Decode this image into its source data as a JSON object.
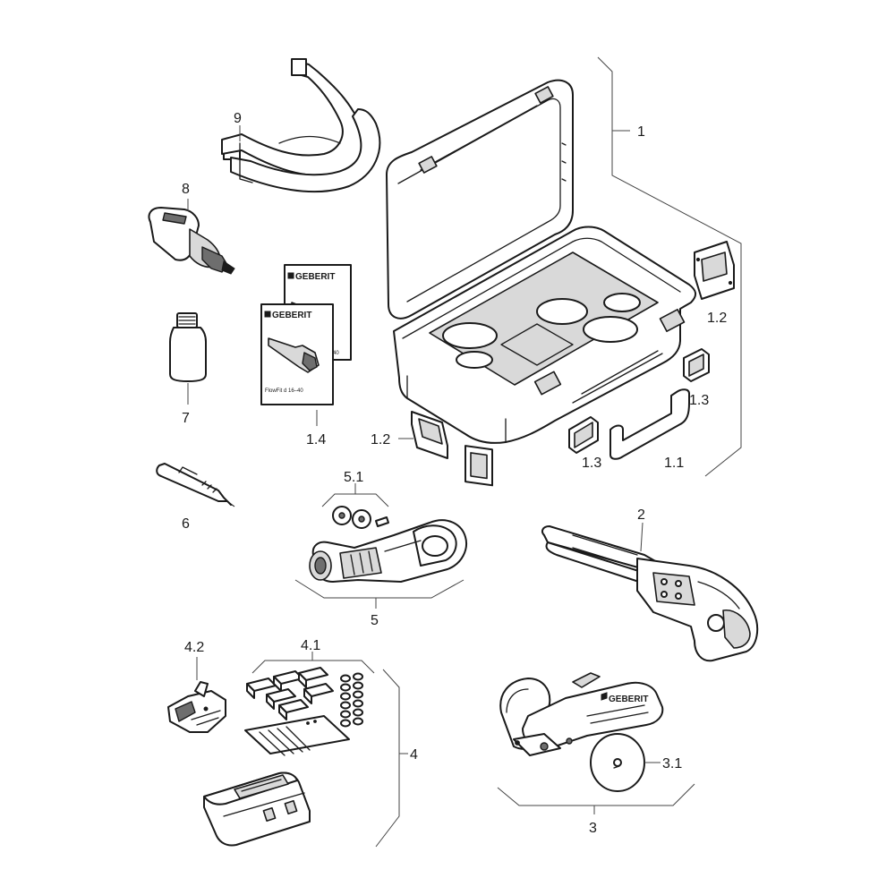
{
  "brand": {
    "logo_text": "GEBERIT"
  },
  "manual": {
    "title": "FlowFit d 16–40",
    "back_page_fragment": "-40"
  },
  "callouts": {
    "case": "1",
    "handle": "1.1",
    "latch_plate_right": "1.2",
    "latch_plate_left": "1.2",
    "clip_upper": "1.3",
    "clip_lower": "1.3",
    "manuals": "1.4",
    "pressing_tool": "2",
    "pipe_cutter_set": "3",
    "cutter_blade": "3.1",
    "calibration_set": "4",
    "adapters": "4.1",
    "holder": "4.2",
    "tube_cutter_set": "5",
    "cutting_wheels": "5.1",
    "marker_pen": "6",
    "lubricant_bottle": "7",
    "deburrer": "8",
    "shoulder_strap": "9"
  }
}
